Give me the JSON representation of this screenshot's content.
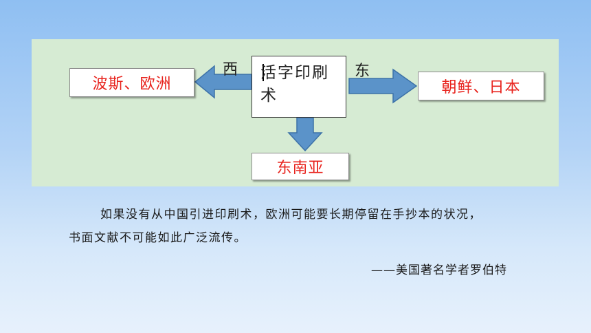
{
  "diagram": {
    "center_label": "活字印刷术",
    "west_label": "西",
    "east_label": "东",
    "west_destination": "波斯、欧洲",
    "east_destination": "朝鲜、日本",
    "south_destination": "东南亚"
  },
  "quote": {
    "line1": "如果没有从中国引进印刷术，欧洲可能要长期停留在手抄本的状况，",
    "line2": "书面文献不可能如此广泛流传。",
    "attribution": "——美国著名学者罗伯特"
  },
  "colors": {
    "arrow": "#5b93c9",
    "destination_text": "#e8231d",
    "panel": "#d6ebd3"
  }
}
